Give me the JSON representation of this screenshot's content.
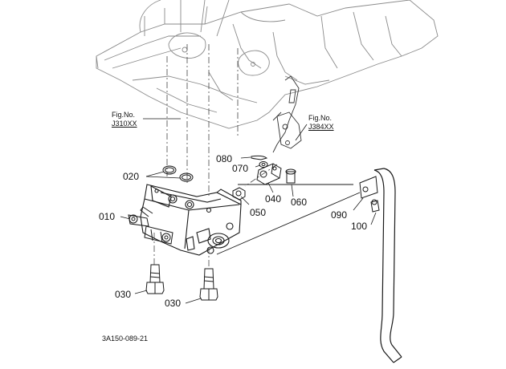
{
  "figure_refs": [
    {
      "label": "Fig.No.",
      "code": "J310XX"
    },
    {
      "label": "Fig.No.",
      "code": "J384XX"
    }
  ],
  "parts": {
    "p010": "010",
    "p020": "020",
    "p030a": "030",
    "p030b": "030",
    "p040": "040",
    "p050": "050",
    "p060": "060",
    "p070": "070",
    "p080": "080",
    "p090": "090",
    "p100": "100"
  },
  "drawing_code": "3A150-089-21"
}
